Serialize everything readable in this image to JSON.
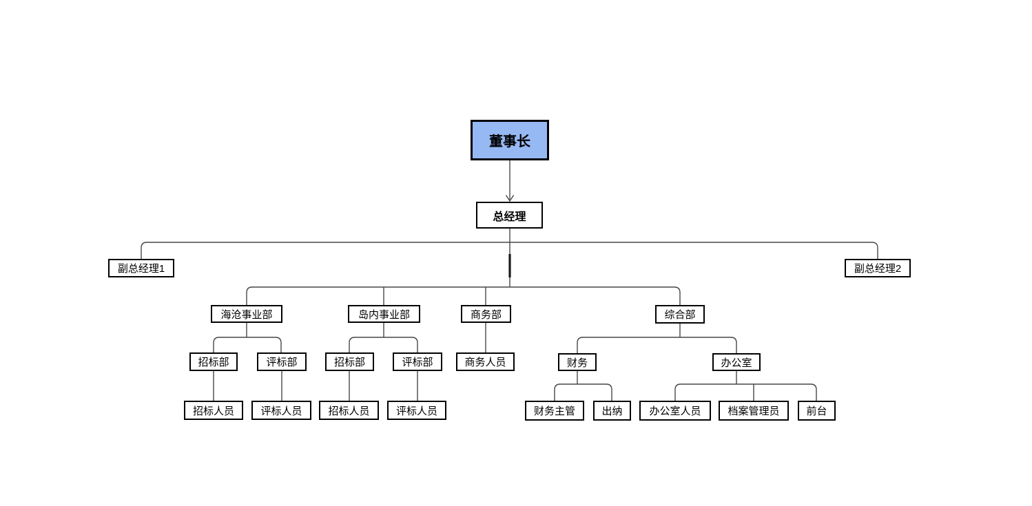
{
  "diagram": {
    "type": "org-chart",
    "background_color": "#ffffff",
    "connector_color": "#464646",
    "node_border_color": "#000000",
    "root_fill_color": "#96b9f3",
    "nodes": [
      {
        "id": "chairman",
        "label": "董事长",
        "level": 1,
        "highlighted": true
      },
      {
        "id": "general-manager",
        "label": "总经理",
        "level": 2,
        "highlighted": false
      },
      {
        "id": "deputy-gm-1",
        "label": "副总经理1",
        "level": 3,
        "highlighted": false
      },
      {
        "id": "deputy-gm-2",
        "label": "副总经理2",
        "level": 3,
        "highlighted": false
      },
      {
        "id": "haicang-division",
        "label": "海沧事业部",
        "level": 3,
        "highlighted": false
      },
      {
        "id": "daonei-division",
        "label": "岛内事业部",
        "level": 3,
        "highlighted": false
      },
      {
        "id": "business-dept",
        "label": "商务部",
        "level": 3,
        "highlighted": false
      },
      {
        "id": "general-dept",
        "label": "综合部",
        "level": 3,
        "highlighted": false
      },
      {
        "id": "bidding-dept-1",
        "label": "招标部",
        "level": 4,
        "highlighted": false
      },
      {
        "id": "evaluation-dept-1",
        "label": "评标部",
        "level": 4,
        "highlighted": false
      },
      {
        "id": "bidding-dept-2",
        "label": "招标部",
        "level": 4,
        "highlighted": false
      },
      {
        "id": "evaluation-dept-2",
        "label": "评标部",
        "level": 4,
        "highlighted": false
      },
      {
        "id": "business-staff",
        "label": "商务人员",
        "level": 4,
        "highlighted": false
      },
      {
        "id": "finance",
        "label": "财务",
        "level": 4,
        "highlighted": false
      },
      {
        "id": "office",
        "label": "办公室",
        "level": 4,
        "highlighted": false
      },
      {
        "id": "bidding-staff-1",
        "label": "招标人员",
        "level": 5,
        "highlighted": false
      },
      {
        "id": "evaluation-staff-1",
        "label": "评标人员",
        "level": 5,
        "highlighted": false
      },
      {
        "id": "bidding-staff-2",
        "label": "招标人员",
        "level": 5,
        "highlighted": false
      },
      {
        "id": "evaluation-staff-2",
        "label": "评标人员",
        "level": 5,
        "highlighted": false
      },
      {
        "id": "finance-manager",
        "label": "财务主管",
        "level": 5,
        "highlighted": false
      },
      {
        "id": "cashier",
        "label": "出纳",
        "level": 5,
        "highlighted": false
      },
      {
        "id": "office-staff",
        "label": "办公室人员",
        "level": 5,
        "highlighted": false
      },
      {
        "id": "archives-manager",
        "label": "档案管理员",
        "level": 5,
        "highlighted": false
      },
      {
        "id": "receptionist",
        "label": "前台",
        "level": 5,
        "highlighted": false
      }
    ],
    "edges": [
      {
        "from": "chairman",
        "to": "general-manager",
        "arrow": true
      },
      {
        "from": "general-manager",
        "to": "deputy-gm-1",
        "arrow": false
      },
      {
        "from": "general-manager",
        "to": "deputy-gm-2",
        "arrow": false
      },
      {
        "from": "general-manager",
        "to": "haicang-division",
        "arrow": false
      },
      {
        "from": "general-manager",
        "to": "daonei-division",
        "arrow": false
      },
      {
        "from": "general-manager",
        "to": "business-dept",
        "arrow": false
      },
      {
        "from": "general-manager",
        "to": "general-dept",
        "arrow": false
      },
      {
        "from": "haicang-division",
        "to": "bidding-dept-1",
        "arrow": false
      },
      {
        "from": "haicang-division",
        "to": "evaluation-dept-1",
        "arrow": false
      },
      {
        "from": "daonei-division",
        "to": "bidding-dept-2",
        "arrow": false
      },
      {
        "from": "daonei-division",
        "to": "evaluation-dept-2",
        "arrow": false
      },
      {
        "from": "business-dept",
        "to": "business-staff",
        "arrow": false
      },
      {
        "from": "general-dept",
        "to": "finance",
        "arrow": false
      },
      {
        "from": "general-dept",
        "to": "office",
        "arrow": false
      },
      {
        "from": "bidding-dept-1",
        "to": "bidding-staff-1",
        "arrow": false
      },
      {
        "from": "evaluation-dept-1",
        "to": "evaluation-staff-1",
        "arrow": false
      },
      {
        "from": "bidding-dept-2",
        "to": "bidding-staff-2",
        "arrow": false
      },
      {
        "from": "evaluation-dept-2",
        "to": "evaluation-staff-2",
        "arrow": false
      },
      {
        "from": "finance",
        "to": "finance-manager",
        "arrow": false
      },
      {
        "from": "finance",
        "to": "cashier",
        "arrow": false
      },
      {
        "from": "office",
        "to": "office-staff",
        "arrow": false
      },
      {
        "from": "office",
        "to": "archives-manager",
        "arrow": false
      },
      {
        "from": "office",
        "to": "receptionist",
        "arrow": false
      }
    ]
  }
}
